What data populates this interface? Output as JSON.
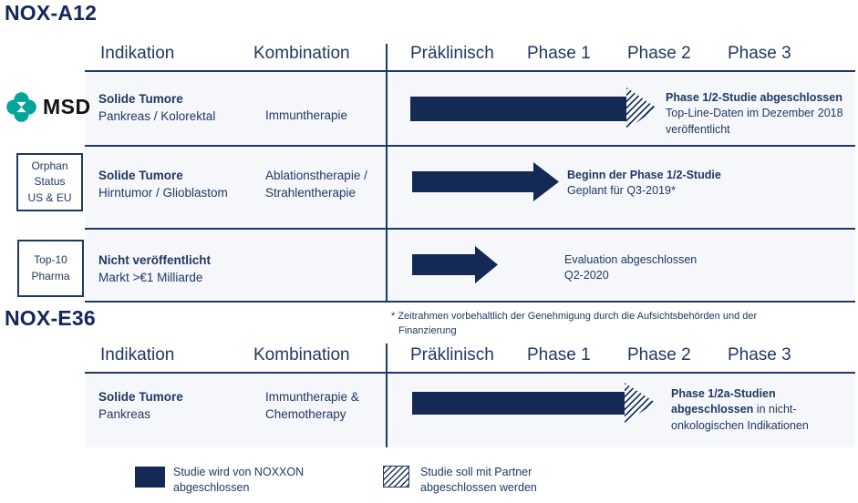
{
  "palette": {
    "navy_text": "#1F3864",
    "arrow_navy": "#142A54",
    "title_navy": "#14265A",
    "row_background": "#F6F7FA",
    "msd_teal": "#00A59B"
  },
  "columns": {
    "indikation": "Indikation",
    "kombination": "Kombination",
    "praeklinisch": "Präklinisch",
    "phase1": "Phase 1",
    "phase2": "Phase 2",
    "phase3": "Phase 3"
  },
  "nox_a12": {
    "title": "NOX-A12",
    "rows": [
      {
        "partner_logo": "MSD",
        "indication": "Solide Tumore",
        "indication_sub": "Pankreas / Kolorektal",
        "combination": "Immuntherapie",
        "arrow": "solid-bar-hatched-head",
        "note_bold": "Phase 1/2-Studie abgeschlossen",
        "note_text": "Top-Line-Daten im Dezember 2018 veröffentlicht",
        "note_text2": ""
      },
      {
        "badge": "Orphan\nStatus\nUS & EU",
        "indication": "Solide Tumore",
        "indication_sub": "Hirntumor / Glioblastom",
        "combination": "Ablationstherapie / Strahlentherapie",
        "arrow": "solid",
        "note_bold": "Beginn der Phase 1/2-Studie",
        "note_text": "Geplant für Q3-2019*",
        "note_text2": ""
      },
      {
        "badge": "Top-10\nPharma",
        "indication": "Nicht veröffentlicht",
        "indication_sub": "Markt >€1 Milliarde",
        "combination": "",
        "arrow": "solid",
        "note_bold": "",
        "note_text": "Evaluation abgeschlossen",
        "note_text2": "Q2-2020"
      }
    ]
  },
  "footnote": "* Zeitrahmen vorbehaltlich der Genehmigung durch die Aufsichtsbehörden und der Finanzierung",
  "nox_e36": {
    "title": "NOX-E36",
    "row": {
      "indication": "Solide Tumore",
      "indication_sub": "Pankreas",
      "combination": "Immuntherapie & Chemotherapy",
      "arrow": "solid-bar-hatched-head",
      "note_bold": "Phase 1/2a-Studien abgeschlossen",
      "note_rest": " in nicht-onkologischen Indikationen"
    }
  },
  "legend": {
    "solid": "Studie wird von NOXXON abgeschlossen",
    "hatched": "Studie soll mit Partner abgeschlossen werden"
  }
}
